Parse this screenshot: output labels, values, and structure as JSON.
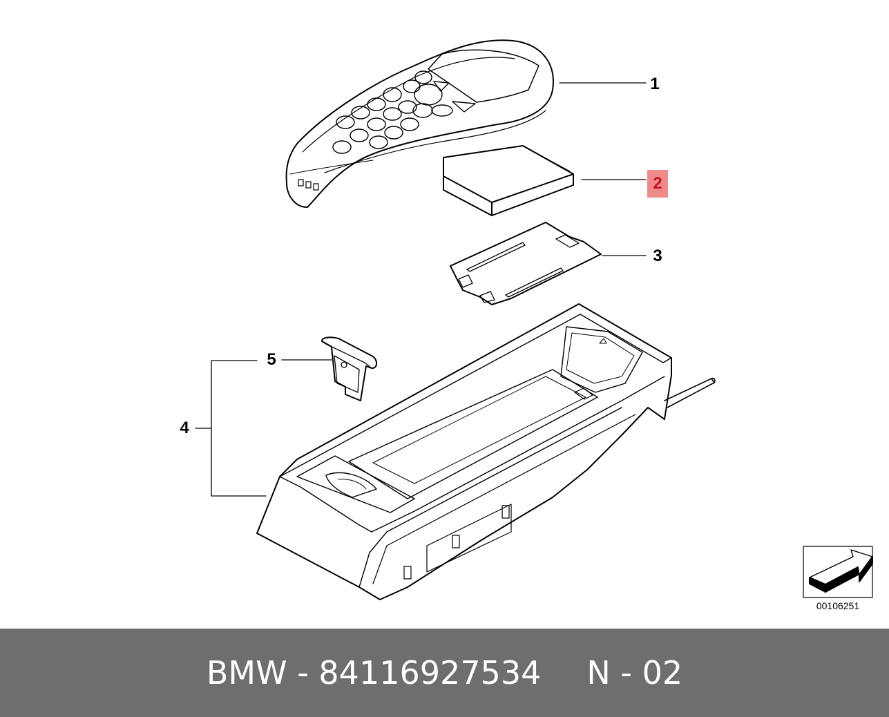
{
  "callouts": [
    {
      "id": "1",
      "label": "1",
      "highlighted": false
    },
    {
      "id": "2",
      "label": "2",
      "highlighted": true
    },
    {
      "id": "3",
      "label": "3",
      "highlighted": false
    },
    {
      "id": "4",
      "label": "4",
      "highlighted": false
    },
    {
      "id": "5",
      "label": "5",
      "highlighted": false
    }
  ],
  "drawing_number": "00106251",
  "footer": {
    "part_text": "BMW - 84116927534",
    "ref_text": "N - 02"
  },
  "colors": {
    "highlight_bg": "#f08a8a",
    "highlight_text": "#c0181c",
    "footer_bg": "#6e6e6e",
    "line": "#000000"
  }
}
